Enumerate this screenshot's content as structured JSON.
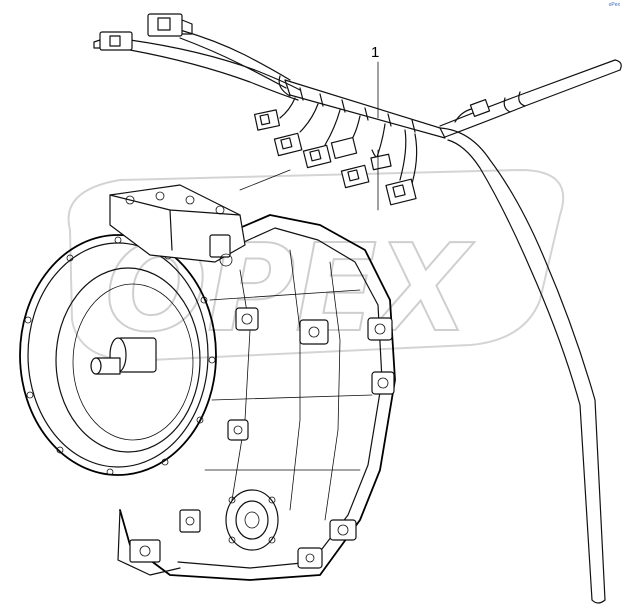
{
  "diagram": {
    "callouts": [
      {
        "label": "1",
        "target": "wiring-harness"
      }
    ],
    "watermark_text": "OPEX",
    "corner_mark": "oPex"
  },
  "colors": {
    "line": "#111111",
    "watermark": "#cfcfcf",
    "corner_mark": "#3a66c4"
  }
}
